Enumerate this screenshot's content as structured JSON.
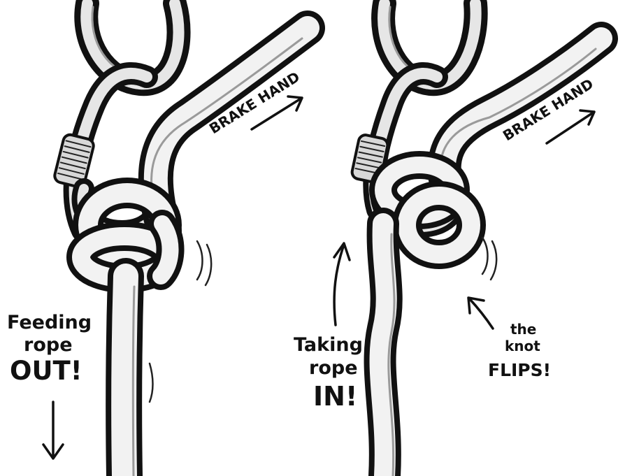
{
  "left_panel": {
    "brake_label": "BRAKE HAND",
    "caption_line1": "Feeding",
    "caption_line2": "rope",
    "caption_line3": "OUT!"
  },
  "right_panel": {
    "brake_label": "BRAKE HAND",
    "caption_line1": "Taking",
    "caption_line2": "rope",
    "caption_line3": "IN!",
    "note_line1": "the",
    "note_line2": "knot",
    "note_line3": "FLIPS!"
  },
  "colors": {
    "ink": "#111111",
    "rope": "#f2f2f2",
    "background": "#ffffff"
  }
}
